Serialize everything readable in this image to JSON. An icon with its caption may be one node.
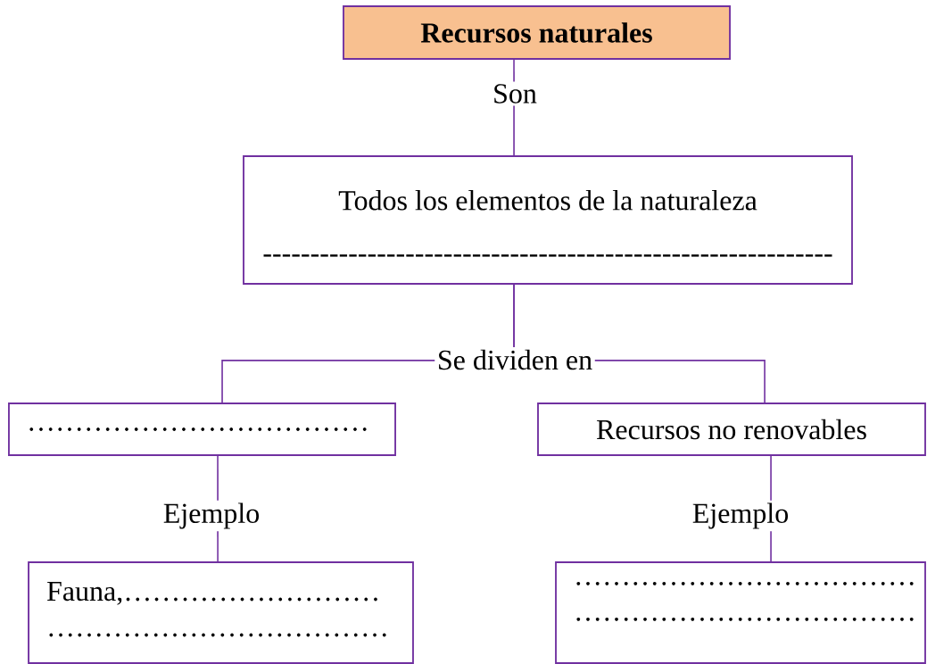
{
  "diagram": {
    "nodes": [
      {
        "text": [
          "Recursos naturales"
        ]
      },
      {
        "text": [
          "Todos los elementos de la naturaleza",
          "------------------------------------------------------------"
        ]
      },
      {
        "text": [
          "………………………………"
        ]
      },
      {
        "text": [
          "Recursos no renovables"
        ]
      },
      {
        "text": [
          "Fauna,………………………",
          "………………………………"
        ]
      },
      {
        "text": [
          "………………………………",
          "………………………………"
        ]
      }
    ],
    "edges": [
      {
        "from": 0,
        "to": 1,
        "arrow": "none",
        "label": "Son"
      },
      {
        "from": 1,
        "to": 2,
        "arrow": "none",
        "label": "Se dividen en"
      },
      {
        "from": 1,
        "to": 3,
        "arrow": "none"
      },
      {
        "from": 2,
        "to": 4,
        "arrow": "none",
        "label": "Ejemplo"
      },
      {
        "from": 3,
        "to": 5,
        "arrow": "none",
        "label": "Ejemplo"
      }
    ]
  }
}
